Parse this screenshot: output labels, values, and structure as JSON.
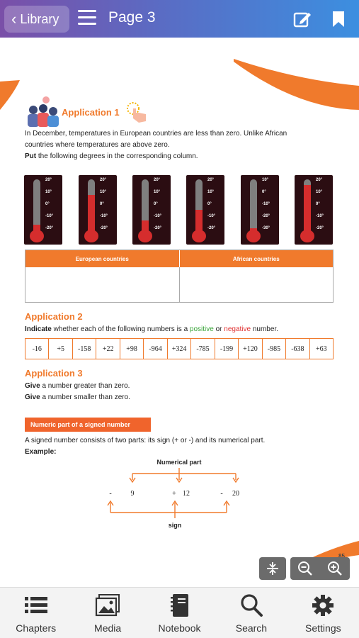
{
  "header": {
    "back_label": "Library",
    "page_title": "Page 3"
  },
  "application1": {
    "title": "Application 1",
    "intro_line1": "In December, temperatures in European countries are less than zero. Unlike African",
    "intro_line2": "countries where temperatures are above zero.",
    "instruction_bold": "Put",
    "instruction_rest": " the following degrees in the corresponding column.",
    "thermometers": [
      {
        "ticks": [
          "20°",
          "10°",
          "0°",
          "-10°",
          "-20°"
        ],
        "level": 0.18
      },
      {
        "ticks": [
          "20°",
          "10°",
          "0°",
          "-10°",
          "-20°"
        ],
        "level": 0.72
      },
      {
        "ticks": [
          "20°",
          "10°",
          "0°",
          "-10°",
          "-20°"
        ],
        "level": 0.25
      },
      {
        "ticks": [
          "20°",
          "10°",
          "0°",
          "-10°",
          "-20°"
        ],
        "level": 0.45
      },
      {
        "ticks": [
          "10°",
          "0°",
          "-10°",
          "-20°",
          "-30°"
        ],
        "level": 0.12
      },
      {
        "ticks": [
          "20°",
          "10°",
          "0°",
          "-10°",
          "-20°"
        ],
        "level": 0.9
      }
    ],
    "table_headers": [
      "European countries",
      "African countries"
    ]
  },
  "application2": {
    "title": "Application 2",
    "instruction_bold": "Indicate",
    "instruction_mid": " whether each of the following numbers is a ",
    "positive_word": "positive",
    "or_word": " or ",
    "negative_word": "negative",
    "instruction_end": " number.",
    "numbers": [
      "-16",
      "+5",
      "-158",
      "+22",
      "+98",
      "-964",
      "+324",
      "-785",
      "-199",
      "+120",
      "-985",
      "-638",
      "+63"
    ]
  },
  "application3": {
    "title": "Application 3",
    "line1_bold": "Give",
    "line1_rest": " a number greater than zero.",
    "line2_bold": "Give",
    "line2_rest": " a number smaller than zero."
  },
  "signed_number": {
    "banner": "Numeric part of a signed number",
    "description": "A signed number consists of two parts: its sign (+ or -) and its numerical part.",
    "example_label": "Example:",
    "numerical_part_label": "Numerical part",
    "sign_label": "sign",
    "examples": [
      {
        "sign": "-",
        "value": "9"
      },
      {
        "sign": "+",
        "value": "12"
      },
      {
        "sign": "-",
        "value": "20"
      }
    ]
  },
  "page_number": "85",
  "bottom_nav": {
    "items": [
      {
        "label": "Chapters",
        "icon": "list-icon"
      },
      {
        "label": "Media",
        "icon": "image-icon"
      },
      {
        "label": "Notebook",
        "icon": "notebook-icon"
      },
      {
        "label": "Search",
        "icon": "search-icon"
      },
      {
        "label": "Settings",
        "icon": "gear-icon"
      }
    ]
  },
  "colors": {
    "accent_orange": "#f07a2c",
    "header_start": "#7a4fa8",
    "header_end": "#3c8fe0"
  }
}
